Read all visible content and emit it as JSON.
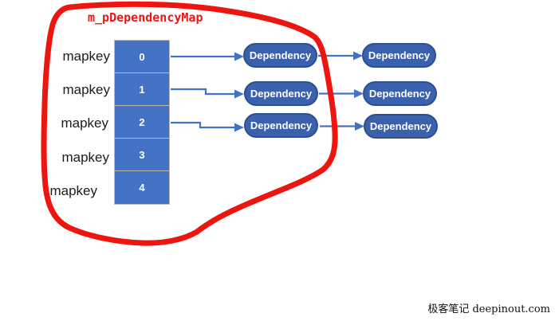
{
  "title": "m_pDependencyMap",
  "map": {
    "rows": [
      {
        "key": "mapkey",
        "value": "0"
      },
      {
        "key": "mapkey",
        "value": "1"
      },
      {
        "key": "mapkey",
        "value": "2"
      },
      {
        "key": "mapkey",
        "value": "3"
      },
      {
        "key": "mapkey",
        "value": "4"
      }
    ]
  },
  "dependency_nodes": {
    "level1": [
      {
        "label": "Dependency"
      },
      {
        "label": "Dependency"
      },
      {
        "label": "Dependency"
      }
    ],
    "level2": [
      {
        "label": "Dependency"
      },
      {
        "label": "Dependency"
      },
      {
        "label": "Dependency"
      }
    ]
  },
  "watermark": {
    "text": "极客笔记 deepinout.com"
  },
  "colors": {
    "annotation_red": "#ED1510",
    "title_red": "#ED1510",
    "cell_fill": "#4472C4",
    "cell_border": "#B9B9B9",
    "node_fill": "#3B60AC",
    "node_border": "#2E4E8F",
    "arrow_blue": "#4472C4",
    "text_black": "#1B1B1B"
  }
}
